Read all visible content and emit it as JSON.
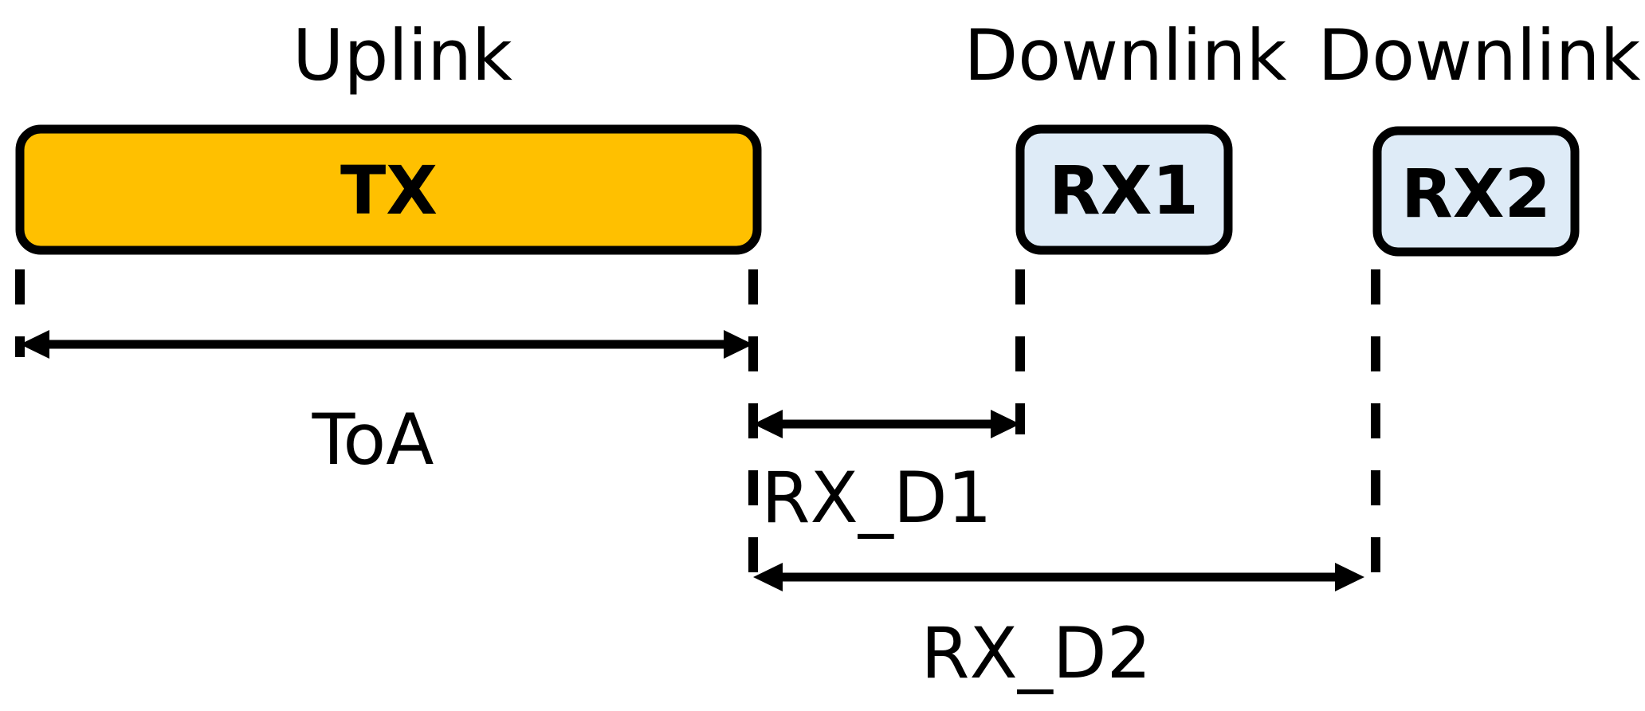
{
  "uplink_label": "Uplink",
  "downlink1_label": "Downlink",
  "downlink2_label": "Downlink",
  "tx_label": "TX",
  "rx1_label": "RX1",
  "rx2_label": "RX2",
  "toa_label": "ToA",
  "rx_d1_label": "RX_D1",
  "rx_d2_label": "RX_D2",
  "colors": {
    "tx_fill": "#FFC000",
    "rx_fill": "#DEEBF7",
    "outline": "#000000"
  }
}
